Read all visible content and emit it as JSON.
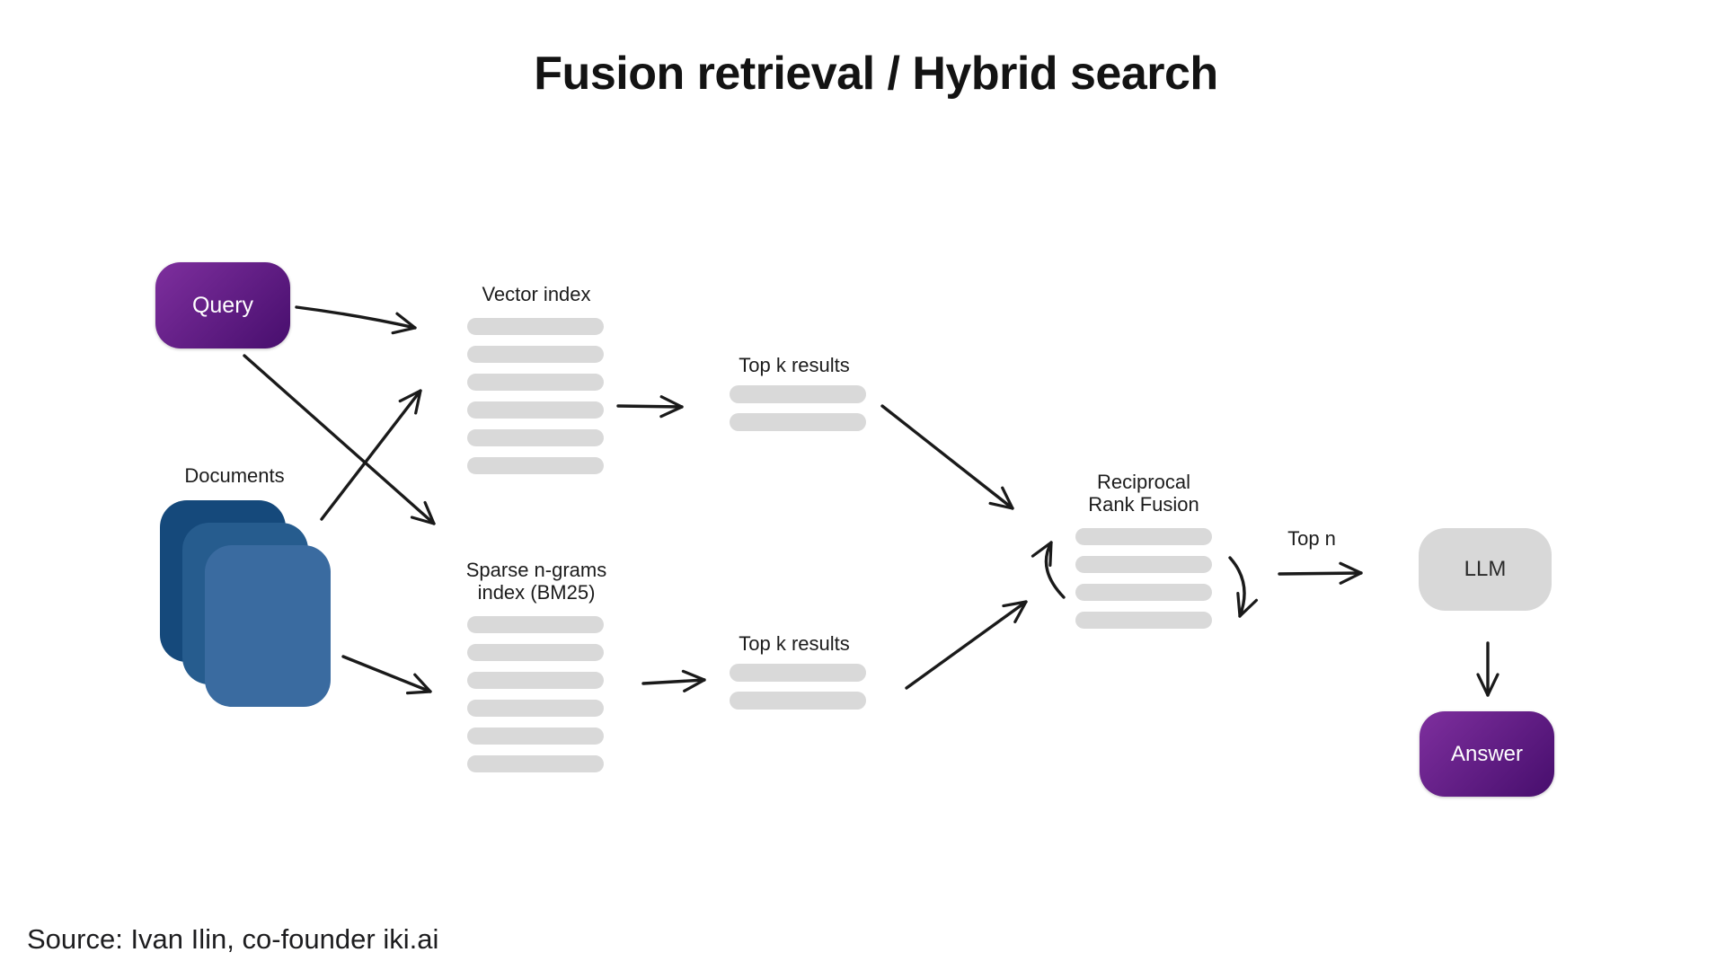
{
  "title": "Fusion retrieval / Hybrid search",
  "source": "Source: Ivan Ilin, co-founder iki.ai",
  "nodes": {
    "query": {
      "label": "Query"
    },
    "documents": {
      "label": "Documents"
    },
    "vector_index": {
      "label": "Vector index",
      "bars": 6
    },
    "sparse_index": {
      "label_line1": "Sparse n-grams",
      "label_line2": "index (BM25)",
      "bars": 6
    },
    "topk_vector": {
      "label": "Top k results",
      "bars": 2
    },
    "topk_sparse": {
      "label": "Top k results",
      "bars": 2
    },
    "rrf": {
      "label_line1": "Reciprocal",
      "label_line2": "Rank Fusion",
      "bars": 4
    },
    "top_n": {
      "label": "Top n"
    },
    "llm": {
      "label": "LLM"
    },
    "answer": {
      "label": "Answer"
    }
  },
  "colors": {
    "purple_light": "#7e2f9e",
    "purple_dark": "#470e6d",
    "bar_gray": "#d9d9d9",
    "llm_gray": "#d8d8d8",
    "doc_back": "#15497B",
    "doc_mid": "#265C8E",
    "doc_front": "#3A6BA0",
    "arrow": "#1a1a1a"
  }
}
